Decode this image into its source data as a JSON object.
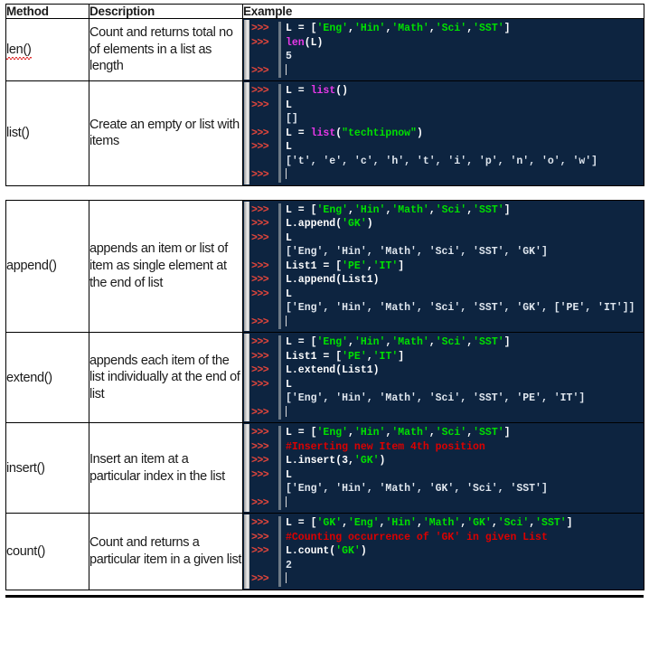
{
  "table": {
    "headers": [
      "Method",
      "Description",
      "Example"
    ],
    "rows": [
      {
        "method": "len()",
        "method_misspelled": true,
        "description": "Count and returns total no of elements in a list as length",
        "shell": [
          {
            "prompt": ">>>",
            "segments": [
              {
                "t": "L = [",
                "c": "txt"
              },
              {
                "t": "'Eng'",
                "c": "str"
              },
              {
                "t": ",",
                "c": "txt"
              },
              {
                "t": "'Hin'",
                "c": "str"
              },
              {
                "t": ",",
                "c": "txt"
              },
              {
                "t": "'Math'",
                "c": "str"
              },
              {
                "t": ",",
                "c": "txt"
              },
              {
                "t": "'Sci'",
                "c": "str"
              },
              {
                "t": ",",
                "c": "txt"
              },
              {
                "t": "'SST'",
                "c": "str"
              },
              {
                "t": "]",
                "c": "txt"
              }
            ]
          },
          {
            "prompt": ">>>",
            "segments": [
              {
                "t": "len",
                "c": "fn"
              },
              {
                "t": "(L)",
                "c": "txt"
              }
            ]
          },
          {
            "prompt": "",
            "segments": [
              {
                "t": "5",
                "c": "out"
              }
            ]
          },
          {
            "prompt": ">>>",
            "segments": [
              {
                "t": "",
                "c": "txt",
                "caret": true
              }
            ]
          }
        ]
      },
      {
        "method": "list()",
        "method_misspelled": false,
        "description": "Create an empty or list with items",
        "shell": [
          {
            "prompt": ">>>",
            "segments": [
              {
                "t": "L = ",
                "c": "txt"
              },
              {
                "t": "list",
                "c": "fn"
              },
              {
                "t": "()",
                "c": "txt"
              }
            ]
          },
          {
            "prompt": ">>>",
            "segments": [
              {
                "t": "L",
                "c": "txt"
              }
            ]
          },
          {
            "prompt": "",
            "segments": [
              {
                "t": "[]",
                "c": "out"
              }
            ]
          },
          {
            "prompt": ">>>",
            "segments": [
              {
                "t": "L = ",
                "c": "txt"
              },
              {
                "t": "list",
                "c": "fn"
              },
              {
                "t": "(",
                "c": "txt"
              },
              {
                "t": "\"techtipnow\"",
                "c": "str"
              },
              {
                "t": ")",
                "c": "txt"
              }
            ]
          },
          {
            "prompt": ">>>",
            "segments": [
              {
                "t": "L",
                "c": "txt"
              }
            ]
          },
          {
            "prompt": "",
            "segments": [
              {
                "t": "['t', 'e', 'c', 'h', 't', 'i', 'p', 'n', 'o', 'w']",
                "c": "out"
              }
            ]
          },
          {
            "prompt": ">>>",
            "segments": [
              {
                "t": "",
                "c": "txt",
                "caret": true
              }
            ]
          }
        ]
      },
      {
        "method": "append()",
        "method_misspelled": false,
        "description": "appends an item or list of item as single element at the end of list",
        "shell": [
          {
            "prompt": ">>>",
            "segments": [
              {
                "t": "L = [",
                "c": "txt"
              },
              {
                "t": "'Eng'",
                "c": "str"
              },
              {
                "t": ",",
                "c": "txt"
              },
              {
                "t": "'Hin'",
                "c": "str"
              },
              {
                "t": ",",
                "c": "txt"
              },
              {
                "t": "'Math'",
                "c": "str"
              },
              {
                "t": ",",
                "c": "txt"
              },
              {
                "t": "'Sci'",
                "c": "str"
              },
              {
                "t": ",",
                "c": "txt"
              },
              {
                "t": "'SST'",
                "c": "str"
              },
              {
                "t": "]",
                "c": "txt"
              }
            ]
          },
          {
            "prompt": ">>>",
            "segments": [
              {
                "t": "L.append(",
                "c": "txt"
              },
              {
                "t": "'GK'",
                "c": "str"
              },
              {
                "t": ")",
                "c": "txt"
              }
            ]
          },
          {
            "prompt": ">>>",
            "segments": [
              {
                "t": "L",
                "c": "txt"
              }
            ]
          },
          {
            "prompt": "",
            "segments": [
              {
                "t": "['Eng', 'Hin', 'Math', 'Sci', 'SST', 'GK']",
                "c": "out"
              }
            ]
          },
          {
            "prompt": ">>>",
            "segments": [
              {
                "t": "List1 = [",
                "c": "txt"
              },
              {
                "t": "'PE'",
                "c": "str"
              },
              {
                "t": ",",
                "c": "txt"
              },
              {
                "t": "'IT'",
                "c": "str"
              },
              {
                "t": "]",
                "c": "txt"
              }
            ]
          },
          {
            "prompt": ">>>",
            "segments": [
              {
                "t": "L.append(List1)",
                "c": "txt"
              }
            ]
          },
          {
            "prompt": ">>>",
            "segments": [
              {
                "t": "L",
                "c": "txt"
              }
            ]
          },
          {
            "prompt": "",
            "segments": [
              {
                "t": "['Eng', 'Hin', 'Math', 'Sci', 'SST', 'GK', ['PE', 'IT']]",
                "c": "out"
              }
            ]
          },
          {
            "prompt": ">>>",
            "segments": [
              {
                "t": "",
                "c": "txt",
                "caret": true
              }
            ]
          }
        ]
      },
      {
        "method": "extend()",
        "method_misspelled": false,
        "description": "appends each item of the list individually at the end of list",
        "shell": [
          {
            "prompt": ">>>",
            "segments": [
              {
                "t": "L = [",
                "c": "txt"
              },
              {
                "t": "'Eng'",
                "c": "str"
              },
              {
                "t": ",",
                "c": "txt"
              },
              {
                "t": "'Hin'",
                "c": "str"
              },
              {
                "t": ",",
                "c": "txt"
              },
              {
                "t": "'Math'",
                "c": "str"
              },
              {
                "t": ",",
                "c": "txt"
              },
              {
                "t": "'Sci'",
                "c": "str"
              },
              {
                "t": ",",
                "c": "txt"
              },
              {
                "t": "'SST'",
                "c": "str"
              },
              {
                "t": "]",
                "c": "txt"
              }
            ]
          },
          {
            "prompt": ">>>",
            "segments": [
              {
                "t": "List1 = [",
                "c": "txt"
              },
              {
                "t": "'PE'",
                "c": "str"
              },
              {
                "t": ",",
                "c": "txt"
              },
              {
                "t": "'IT'",
                "c": "str"
              },
              {
                "t": "]",
                "c": "txt"
              }
            ]
          },
          {
            "prompt": ">>>",
            "segments": [
              {
                "t": "L.extend(List1)",
                "c": "txt"
              }
            ]
          },
          {
            "prompt": ">>>",
            "segments": [
              {
                "t": "L",
                "c": "txt"
              }
            ]
          },
          {
            "prompt": "",
            "segments": [
              {
                "t": "['Eng', 'Hin', 'Math', 'Sci', 'SST', 'PE', 'IT']",
                "c": "out"
              }
            ]
          },
          {
            "prompt": ">>>",
            "segments": [
              {
                "t": "",
                "c": "txt",
                "caret": true
              }
            ]
          }
        ]
      },
      {
        "method": "insert()",
        "method_misspelled": false,
        "description": "Insert an item at a particular index in the list",
        "shell": [
          {
            "prompt": ">>>",
            "segments": [
              {
                "t": "L = [",
                "c": "txt"
              },
              {
                "t": "'Eng'",
                "c": "str"
              },
              {
                "t": ",",
                "c": "txt"
              },
              {
                "t": "'Hin'",
                "c": "str"
              },
              {
                "t": ",",
                "c": "txt"
              },
              {
                "t": "'Math'",
                "c": "str"
              },
              {
                "t": ",",
                "c": "txt"
              },
              {
                "t": "'Sci'",
                "c": "str"
              },
              {
                "t": ",",
                "c": "txt"
              },
              {
                "t": "'SST'",
                "c": "str"
              },
              {
                "t": "]",
                "c": "txt"
              }
            ]
          },
          {
            "prompt": ">>>",
            "segments": [
              {
                "t": "#Inserting new Item 4th position",
                "c": "cmt"
              }
            ]
          },
          {
            "prompt": ">>>",
            "segments": [
              {
                "t": "L.insert(3,",
                "c": "txt"
              },
              {
                "t": "'GK'",
                "c": "str"
              },
              {
                "t": ")",
                "c": "txt"
              }
            ]
          },
          {
            "prompt": ">>>",
            "segments": [
              {
                "t": "L",
                "c": "txt"
              }
            ]
          },
          {
            "prompt": "",
            "segments": [
              {
                "t": "['Eng', 'Hin', 'Math', 'GK', 'Sci', 'SST']",
                "c": "out"
              }
            ]
          },
          {
            "prompt": ">>>",
            "segments": [
              {
                "t": "",
                "c": "txt",
                "caret": true
              }
            ]
          }
        ]
      },
      {
        "method": "count()",
        "method_misspelled": false,
        "description": "Count and returns a particular item in a given list",
        "shell": [
          {
            "prompt": ">>>",
            "segments": [
              {
                "t": "L = [",
                "c": "txt"
              },
              {
                "t": "'GK'",
                "c": "str"
              },
              {
                "t": ",",
                "c": "txt"
              },
              {
                "t": "'Eng'",
                "c": "str"
              },
              {
                "t": ",",
                "c": "txt"
              },
              {
                "t": "'Hin'",
                "c": "str"
              },
              {
                "t": ",",
                "c": "txt"
              },
              {
                "t": "'Math'",
                "c": "str"
              },
              {
                "t": ",",
                "c": "txt"
              },
              {
                "t": "'GK'",
                "c": "str"
              },
              {
                "t": ",",
                "c": "txt"
              },
              {
                "t": "'Sci'",
                "c": "str"
              },
              {
                "t": ",",
                "c": "txt"
              },
              {
                "t": "'SST'",
                "c": "str"
              },
              {
                "t": "]",
                "c": "txt"
              }
            ]
          },
          {
            "prompt": ">>>",
            "segments": [
              {
                "t": "#Counting occurrence of 'GK' in given List",
                "c": "cmt"
              }
            ]
          },
          {
            "prompt": ">>>",
            "segments": [
              {
                "t": "L.count(",
                "c": "txt"
              },
              {
                "t": "'GK'",
                "c": "str"
              },
              {
                "t": ")",
                "c": "txt"
              }
            ]
          },
          {
            "prompt": "",
            "segments": [
              {
                "t": "2",
                "c": "out"
              }
            ]
          },
          {
            "prompt": ">>>",
            "segments": [
              {
                "t": "",
                "c": "txt",
                "caret": true
              }
            ]
          }
        ]
      }
    ]
  },
  "colors": {
    "shell_background": "#0d2440",
    "prompt_red": "#e0453b",
    "string_green": "#00e000",
    "function_magenta": "#e838e8",
    "comment_red": "#dd0000",
    "output_text": "#dfe6ee",
    "border": "#000000"
  },
  "layout": {
    "split_after_row_index": 1
  }
}
